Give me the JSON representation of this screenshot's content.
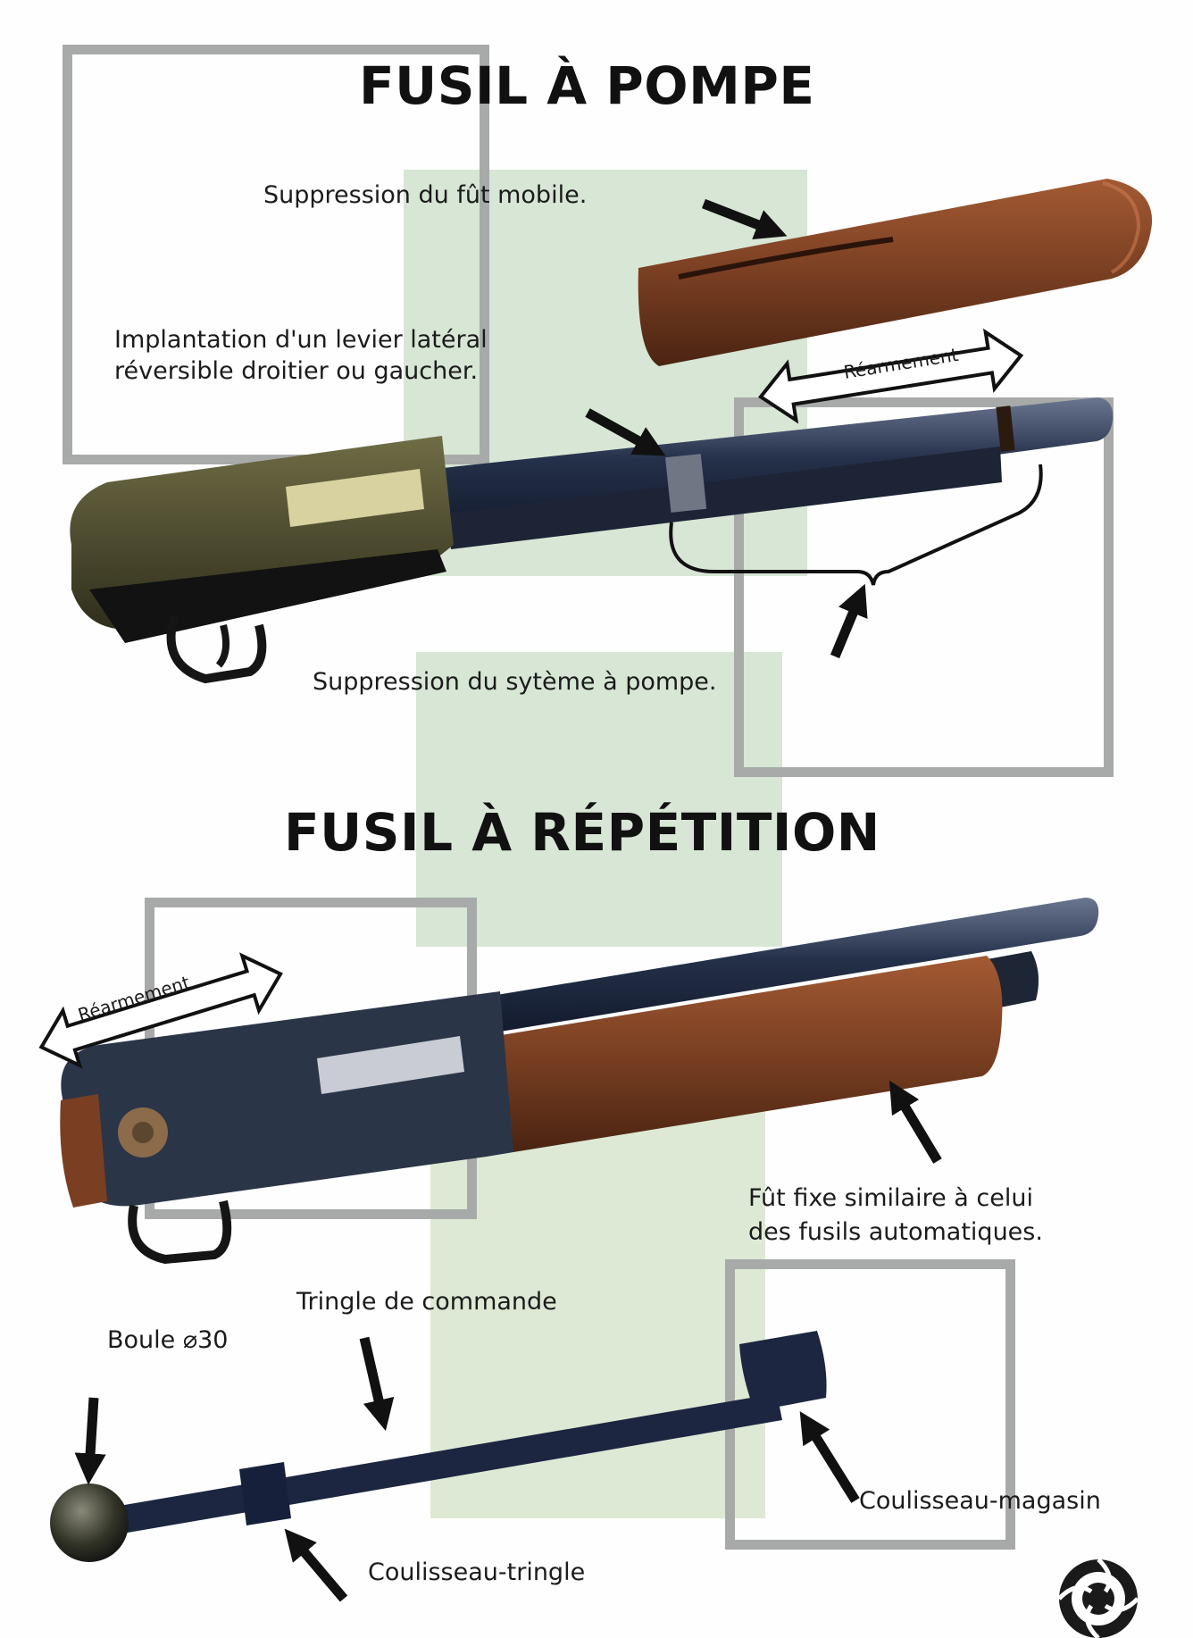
{
  "section_pump": {
    "title": "FUSIL À POMPE",
    "callouts": {
      "fut_mobile": "Suppression du fût mobile.",
      "levier_line1": "Implantation d'un levier latéral",
      "levier_line2": "réversible droitier ou gaucher.",
      "rearmement": "Réarmement",
      "systeme_pompe": "Suppression du sytème à pompe."
    }
  },
  "section_repeat": {
    "title": "FUSIL À RÉPÉTITION",
    "callouts": {
      "rearmement": "Réarmement",
      "fut_fixe_line1": "Fût fixe similaire à celui",
      "fut_fixe_line2": "des fusils automatiques.",
      "tringle": "Tringle de commande",
      "boule": "Boule ⌀30",
      "coulisseau_magasin": "Coulisseau-magasin",
      "coulisseau_tringle": "Coulisseau-tringle"
    }
  },
  "colors": {
    "frame": "#a8aaa9",
    "green_band": "#d7e6d5",
    "wood": "#7a3f22",
    "steel": "#1f2a40"
  },
  "icons": [
    "arrow-icon",
    "double-arrow-icon",
    "emblem-icon"
  ]
}
